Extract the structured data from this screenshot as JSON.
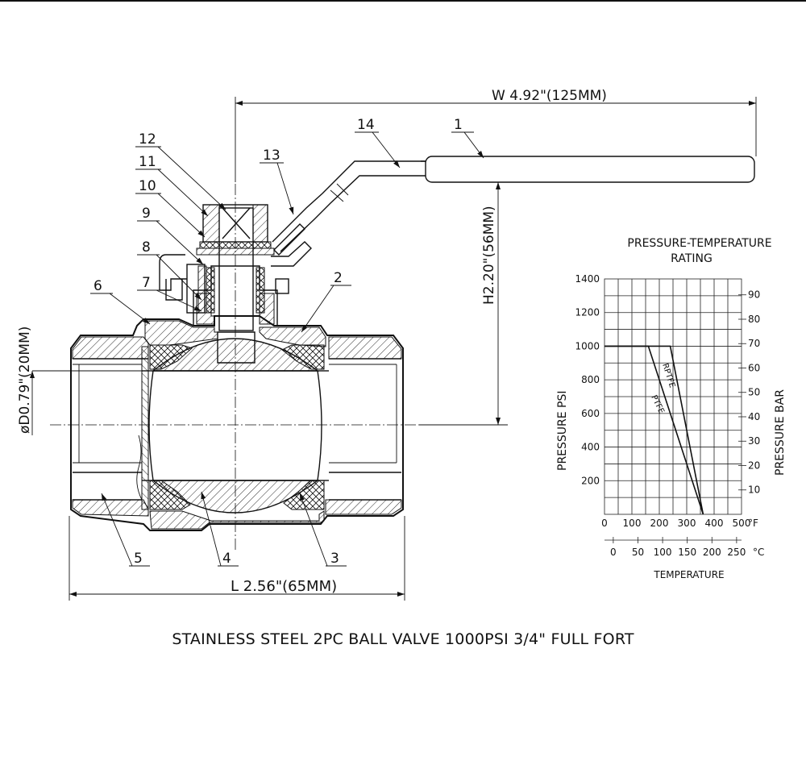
{
  "dimensions": {
    "width": "W 4.92\"(125MM)",
    "height": "H2.20\"(56MM)",
    "length": "L 2.56\"(65MM)",
    "diameter": "øD0.79\"(20MM)"
  },
  "part_numbers": [
    "1",
    "2",
    "3",
    "4",
    "5",
    "6",
    "7",
    "8",
    "9",
    "10",
    "11",
    "12",
    "13",
    "14"
  ],
  "rating_chart": {
    "title_line1": "PRESSURE-TEMPERATURE",
    "title_line2": "RATING",
    "left_axis_label": "PRESSURE   PSI",
    "right_axis_label": "PRESSURE   BAR",
    "x_axis_label": "TEMPERATURE",
    "unit_f": "°F",
    "unit_c": "°C",
    "psi_ticks": [
      "1400",
      "1200",
      "1000",
      "800",
      "600",
      "400",
      "200"
    ],
    "bar_ticks": [
      "90",
      "80",
      "70",
      "60",
      "50",
      "40",
      "30",
      "20",
      "10"
    ],
    "f_ticks": [
      "0",
      "100",
      "200",
      "300",
      "400",
      "500"
    ],
    "c_ticks": [
      "0",
      "50",
      "100",
      "150",
      "200",
      "250"
    ],
    "series_labels": [
      "RPTFE",
      "PTFE"
    ]
  },
  "chart_data": {
    "type": "line",
    "title": "PRESSURE-TEMPERATURE RATING",
    "xlabel": "TEMPERATURE",
    "ylabel": "PRESSURE PSI",
    "xlim": [
      0,
      500
    ],
    "ylim": [
      0,
      1400
    ],
    "x_unit": "°F",
    "secondary_y_label": "PRESSURE BAR",
    "secondary_x_unit": "°C",
    "grid": true,
    "series": [
      {
        "name": "RPTFE",
        "x": [
          0,
          240,
          360
        ],
        "y": [
          1000,
          1000,
          0
        ]
      },
      {
        "name": "PTFE",
        "x": [
          0,
          160,
          360
        ],
        "y": [
          1000,
          1000,
          0
        ]
      }
    ]
  },
  "caption": "STAINLESS STEEL 2PC BALL VALVE 1000PSI 3/4\" FULL FORT"
}
